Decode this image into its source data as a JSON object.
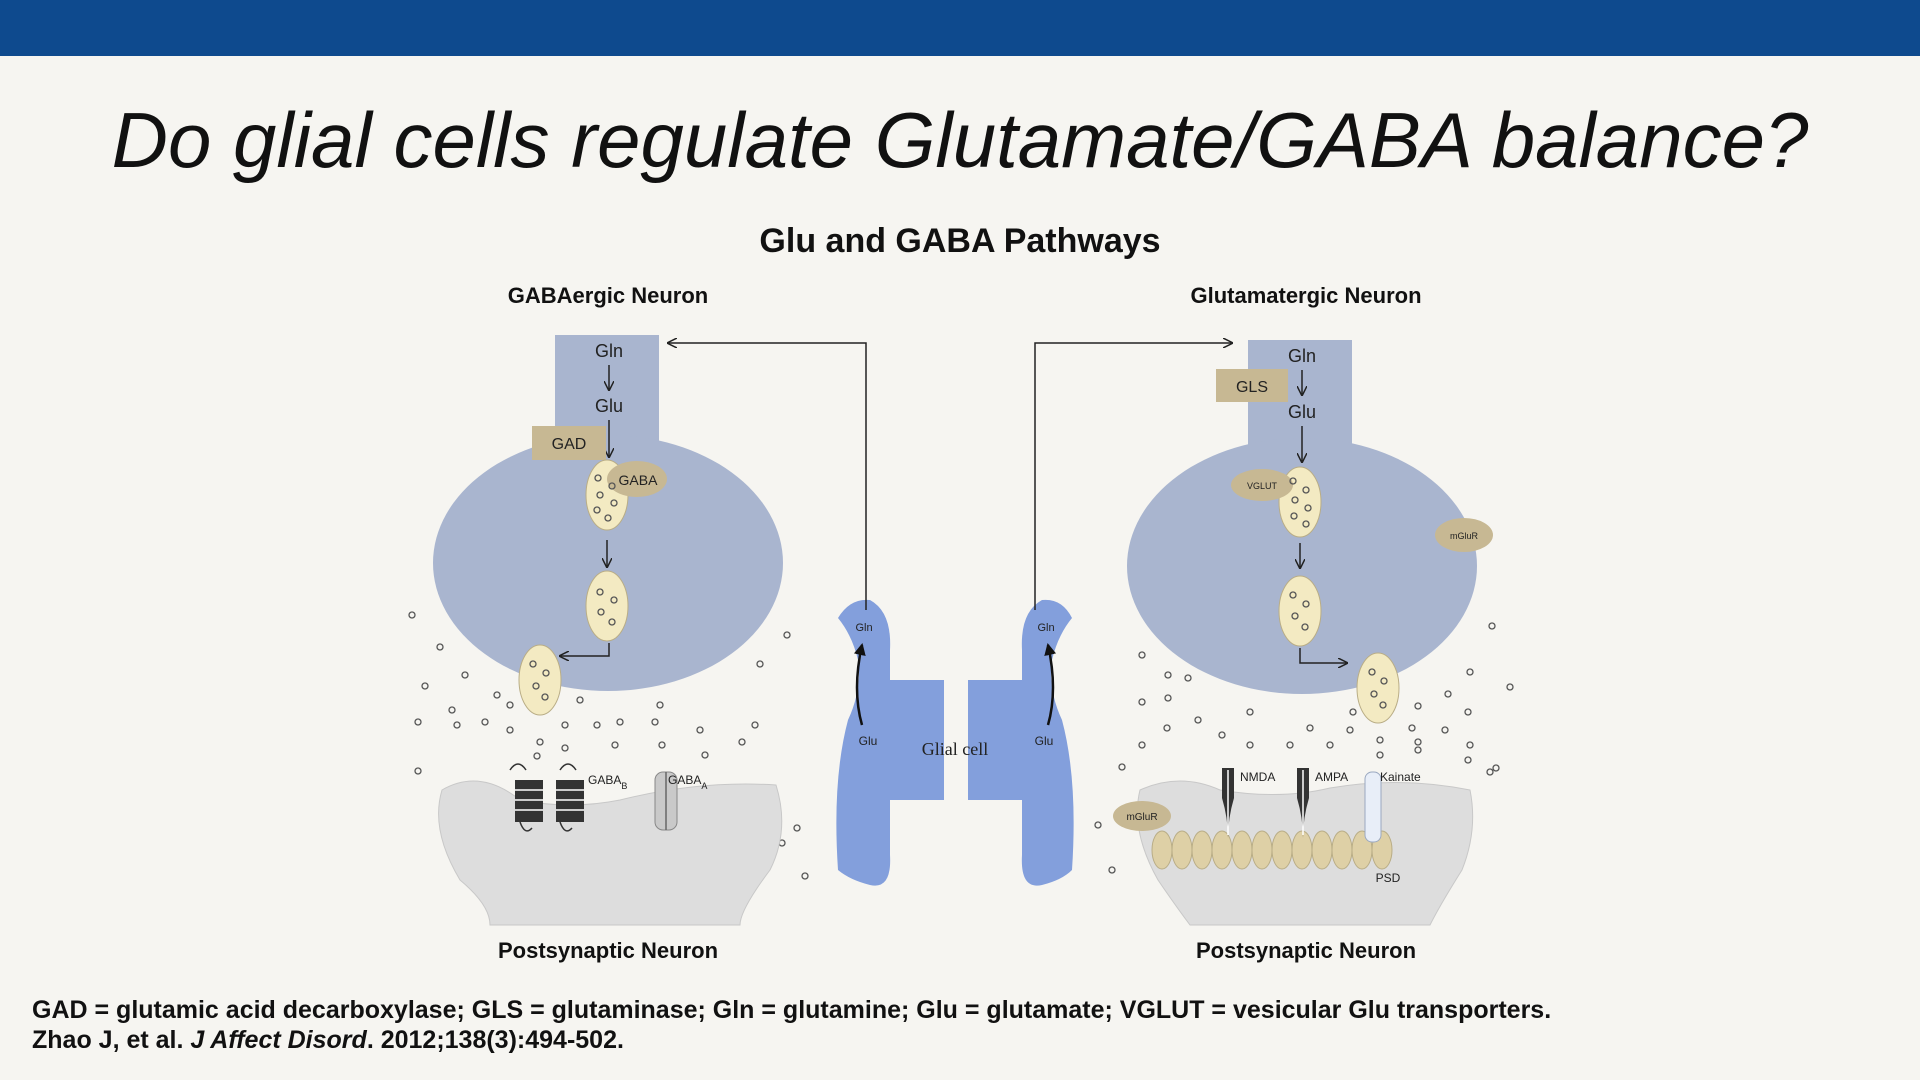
{
  "slide": {
    "title": "Do glial cells regulate Glutamate/GABA balance?"
  },
  "diagram": {
    "title": "Glu and GABA Pathways",
    "left_neuron_label": "GABAergic Neuron",
    "right_neuron_label": "Glutamatergic Neuron",
    "left_postsynaptic_label": "Postsynaptic Neuron",
    "right_postsynaptic_label": "Postsynaptic Neuron",
    "glial_cell_label": "Glial cell",
    "left_gln": "Gln",
    "left_glu": "Glu",
    "gad": "GAD",
    "gaba": "GABA",
    "gaba_b": "GABA",
    "gaba_b_sub": "B",
    "gaba_a": "GABA",
    "gaba_a_sub": "A",
    "right_gln": "Gln",
    "right_glu": "Glu",
    "gls": "GLS",
    "vglut": "VGLUT",
    "mglur_pre": "mGluR",
    "mglur_post": "mGluR",
    "nmda": "NMDA",
    "ampa": "AMPA",
    "kainate": "Kainate",
    "psd": "PSD",
    "glial_left_gln": "Gln",
    "glial_left_glu": "Glu",
    "glial_right_gln": "Gln",
    "glial_right_glu": "Glu"
  },
  "footnotes": {
    "line1": "GAD = glutamic acid decarboxylase; GLS = glutaminase; Gln = glutamine; Glu = glutamate; VGLUT = vesicular Glu transporters.",
    "line2_authors": "Zhao J, et al. ",
    "line2_journal": "J Affect Disord",
    "line2_rest": ". 2012;138(3):494-502."
  },
  "colors": {
    "topbar": "#0e4a8e",
    "neuron": "#a9b5cf",
    "postsynaptic": "#dddddd",
    "vesicle": "#f3eac2",
    "enzyme": "#c7b893",
    "glial": "#6f8fd8"
  }
}
